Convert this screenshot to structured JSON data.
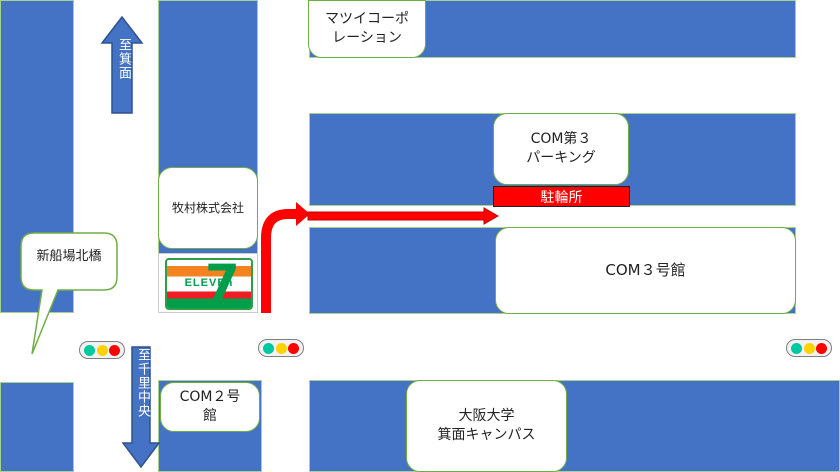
{
  "labels": {
    "matsui": "マツイコーポ\nレーション",
    "com3_parking": "COM第３\nパーキング",
    "parking_tag": "駐輪所",
    "makimura": "牧村株式会社",
    "shinfunaba": "新船場北橋",
    "com3": "COM３号館",
    "com2": "COM２号\n館",
    "osaka_univ": "大阪大学\n箕面キャンパス"
  },
  "directions": {
    "north": "至箕面",
    "south": "至千里中央"
  },
  "logo": {
    "brand_text": "ELEVEn",
    "numeral": "7"
  },
  "colors": {
    "block": "#4472c4",
    "route": "#ff0000",
    "light_green": "#00c8a0",
    "light_yellow": "#ffd200",
    "light_red": "#ff0000"
  }
}
